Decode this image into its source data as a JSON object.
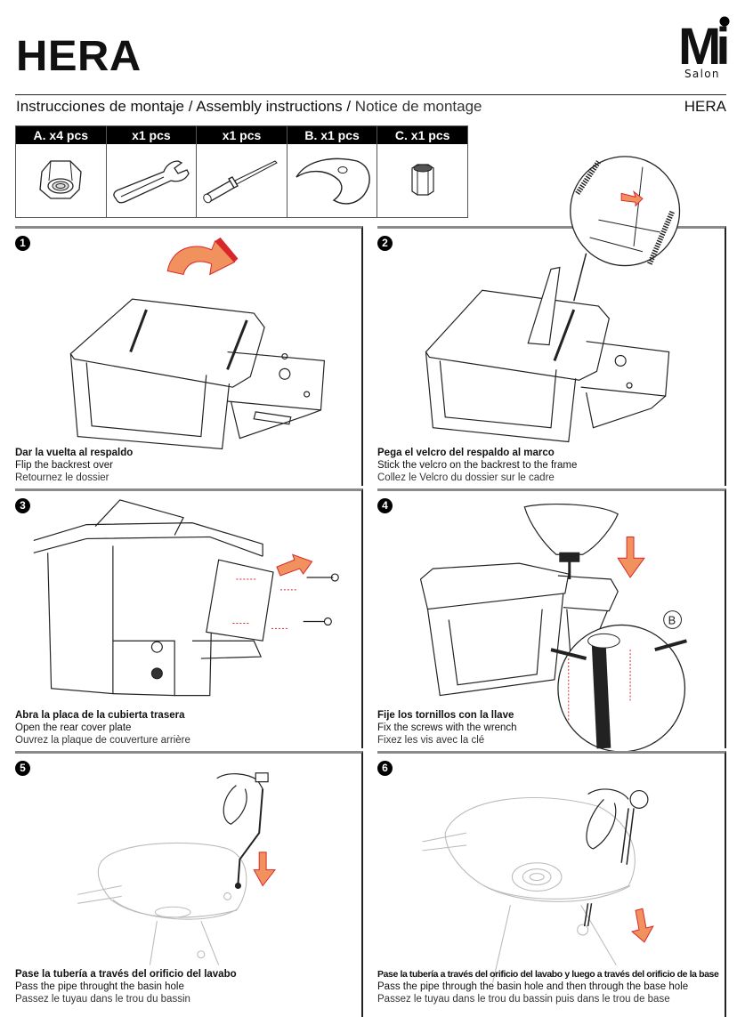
{
  "header": {
    "title": "HERA",
    "logo": {
      "mark": "Mi",
      "sub": "Salon"
    },
    "subtitle": {
      "es": "Instrucciones de montaje",
      "sep": " / ",
      "en": "Assembly instructions",
      "fr": "Notice de montage"
    },
    "model": "HERA"
  },
  "parts": [
    {
      "label": "A. x4 pcs",
      "icon": "hex-nut-icon"
    },
    {
      "label": "x1 pcs",
      "icon": "wrench-icon"
    },
    {
      "label": "x1 pcs",
      "icon": "screwdriver-icon"
    },
    {
      "label": "B. x1 pcs",
      "icon": "crescent-plate-icon"
    },
    {
      "label": "C. x1 pcs",
      "icon": "coupling-nut-icon"
    }
  ],
  "steps": [
    {
      "number": "1",
      "es": "Dar la vuelta al respaldo",
      "en": "Flip the backrest over",
      "fr": "Retournez le dossier"
    },
    {
      "number": "2",
      "es": "Pega el velcro del respaldo al marco",
      "en": "Stick the velcro on the backrest to the frame",
      "fr": "Collez le Velcro du dossier sur le cadre"
    },
    {
      "number": "3",
      "es": "Abra la placa de la cubierta trasera",
      "en": "Open the rear cover plate",
      "fr": "Ouvrez la plaque de couverture arrière"
    },
    {
      "number": "4",
      "es": "Fije los tornillos con la llave",
      "en": "Fix the screws with the wrench",
      "fr": "Fixez les vis avec la clé",
      "callout": "B"
    },
    {
      "number": "5",
      "es": "Pase la tubería a través del orificio del lavabo",
      "en": "Pass the pipe throught the basin hole",
      "fr": "Passez le tuyau dans le trou du bassin"
    },
    {
      "number": "6",
      "es": "Pase la tubería a través del orificio del lavabo y luego a través del orificio de la base",
      "en": "Pass the pipe through the basin hole and then through the base hole",
      "fr": "Passez le tuyau dans le trou du bassin puis dans le trou de base"
    }
  ],
  "colors": {
    "arrow_fill": "#f0915e",
    "arrow_edge": "#d9262b",
    "panel_top": "#8a8a8a"
  }
}
